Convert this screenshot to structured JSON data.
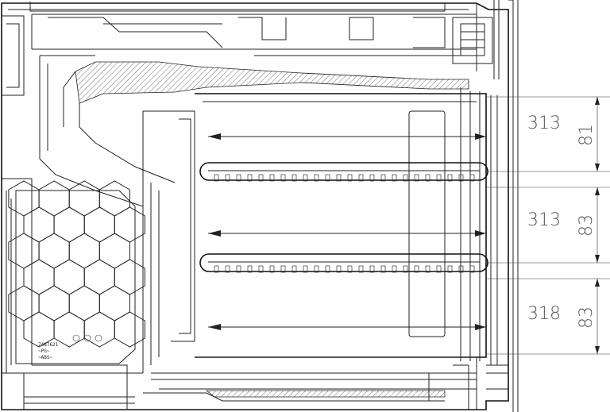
{
  "drawing": {
    "part_label": "7487621",
    "part_sublabel_1": "~PG~",
    "part_sublabel_2": "~ABS~",
    "dimensions": {
      "depths": [
        "313",
        "313",
        "318"
      ],
      "heights": [
        "81",
        "83",
        "83"
      ]
    }
  }
}
